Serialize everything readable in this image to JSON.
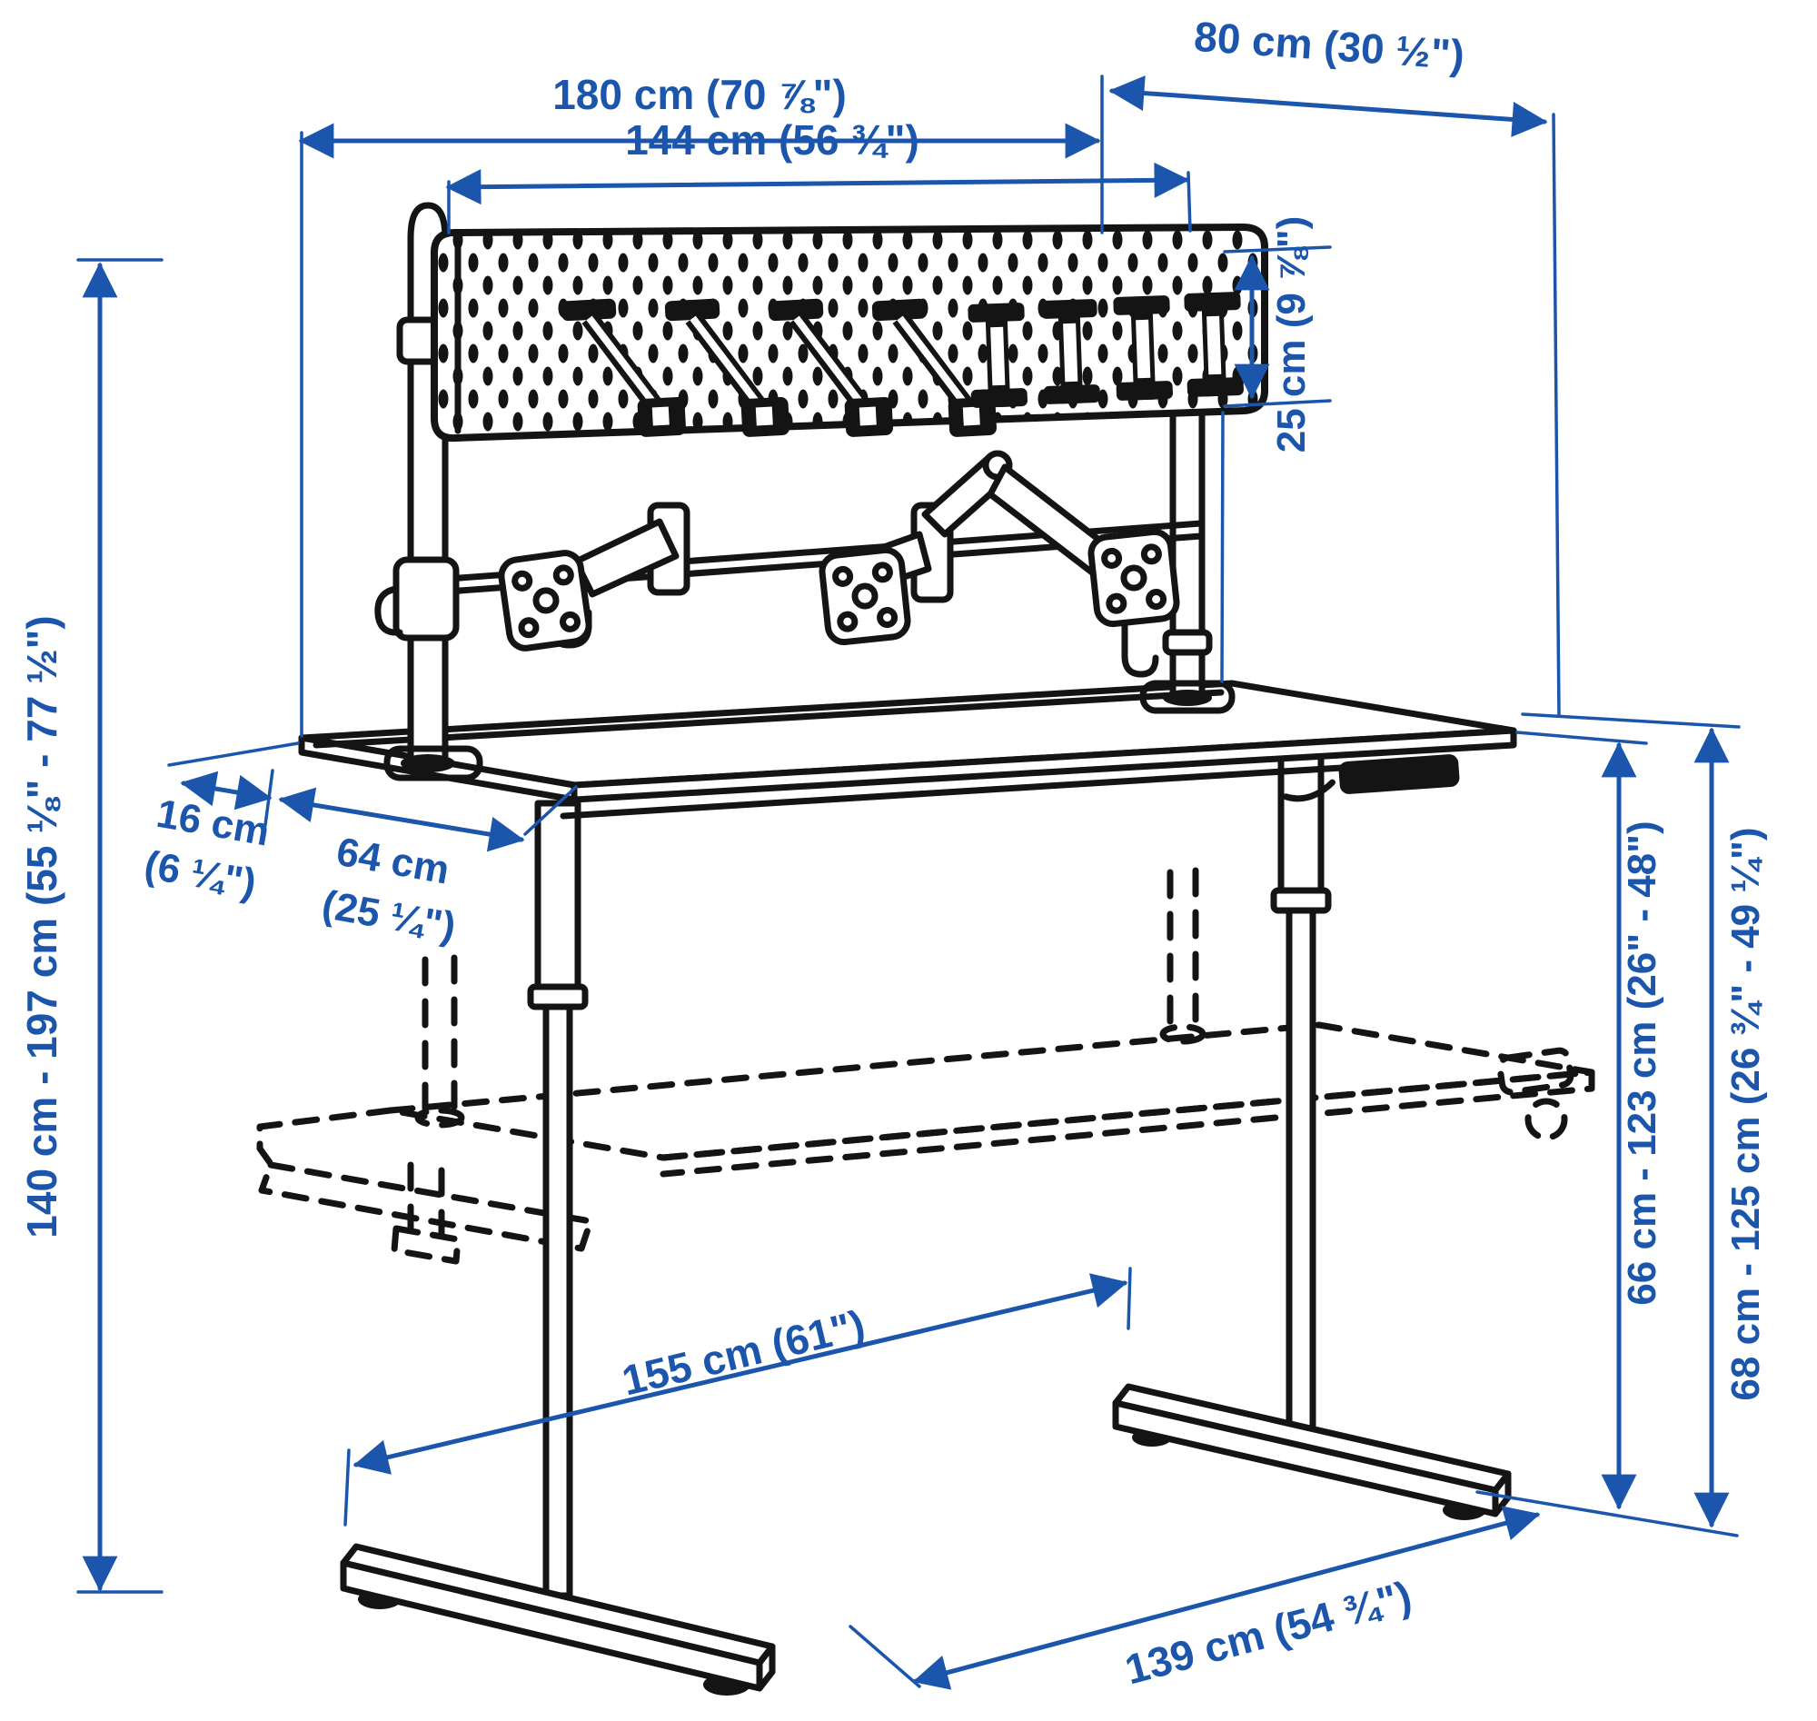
{
  "diagram": {
    "type": "product-dimension-diagram",
    "subject": "height-adjustable gaming desk with pegboard, monitor arms and cable net (raised position solid, lowered position dashed)",
    "colors": {
      "dimension_blue": "#1b56ac",
      "line_black": "#141414",
      "background": "#ffffff"
    },
    "dims": {
      "total_width": {
        "label": "180 cm (70 ⅞\")"
      },
      "total_depth": {
        "label": "80 cm (30 ½\")"
      },
      "pegboard_width": {
        "label": "144 cm (56 ¾\")"
      },
      "pegboard_height": {
        "label": "25 cm (9 ⅞\")"
      },
      "overall_height": {
        "label": "140 cm - 197 cm (55 ⅛\" - 77 ½\")"
      },
      "back_offset": {
        "lines": [
          "16 cm",
          "(6 ¼\")"
        ]
      },
      "clear_depth": {
        "lines": [
          "64 cm",
          "(25 ¼\")"
        ]
      },
      "leg_span": {
        "label": "155 cm (61\")"
      },
      "foot_span": {
        "label": "139 cm (54 ¾\")"
      },
      "desk_height": {
        "label": "66 cm - 123 cm (26\" - 48\")"
      },
      "desk_height_total": {
        "label": "68 cm - 125 cm (26 ¾\" - 49 ¼\")"
      }
    }
  }
}
